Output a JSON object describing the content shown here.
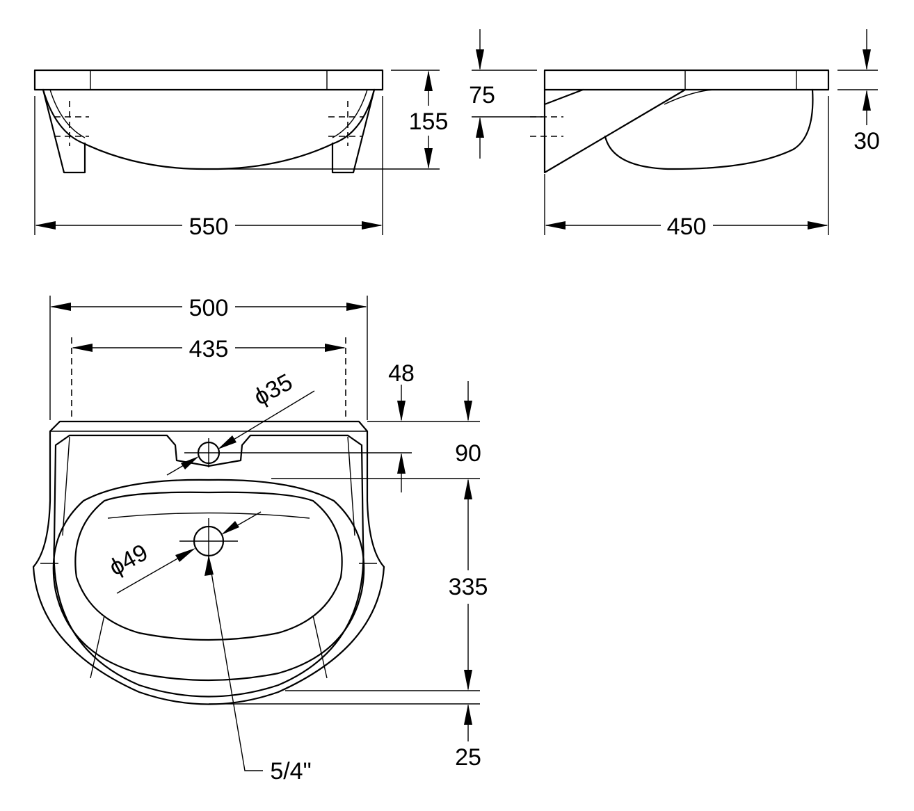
{
  "drawing": {
    "front_view": {
      "width": "550",
      "height": "155"
    },
    "side_view": {
      "depth": "450",
      "top_offset": "75",
      "rim_thickness": "30"
    },
    "top_view": {
      "overall_width": "500",
      "inner_width": "435",
      "tap_hole": "ϕ35",
      "tap_offset": "48",
      "tap_to_bowl": "90",
      "waste": "ϕ49",
      "bowl_depth": "335",
      "front_rim": "25",
      "waste_thread": "5/4\""
    }
  }
}
